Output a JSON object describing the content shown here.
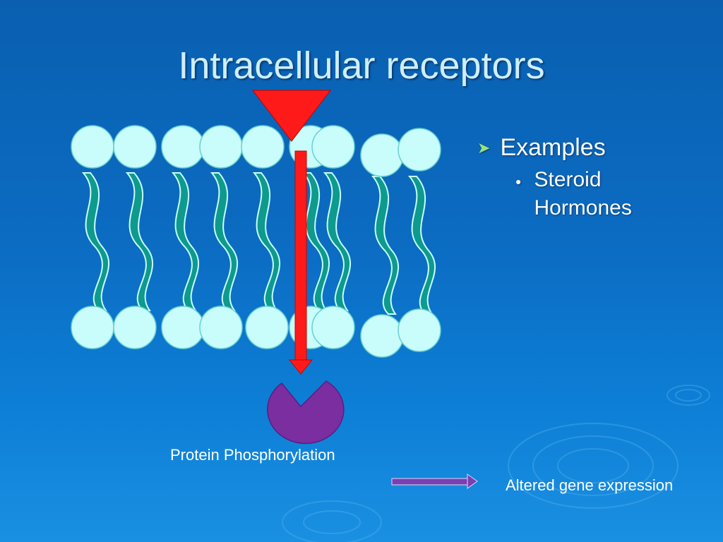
{
  "slide": {
    "title": "Intracellular receptors",
    "bullet_main": "Examples",
    "bullet_sub": "Steroid Hormones"
  },
  "labels": {
    "protein": "Protein Phosphorylation",
    "gene": "Altered gene expression"
  },
  "colors": {
    "lipid_head": "#c8fdfb",
    "lipid_tail": "#0e9a8c",
    "signal": "#ff1a1a",
    "protein": "#7a2ea0",
    "arrow": "#7a3fb0"
  },
  "icons": {
    "bullet_main": "arrowhead-bullet-icon",
    "bullet_sub": "dot-bullet-icon"
  }
}
